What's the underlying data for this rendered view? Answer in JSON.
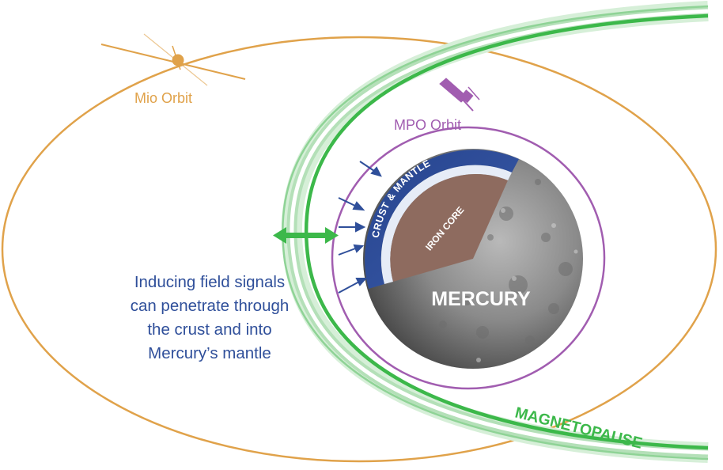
{
  "labels": {
    "mio_orbit": "Mio Orbit",
    "mpo_orbit": "MPO Orbit",
    "crust_mantle": "CRUST & MANTLE",
    "iron_core": "IRON CORE",
    "mercury": "MERCURY",
    "magnetopause": "MAGNETOPAUSE"
  },
  "explanation": {
    "lines": [
      "Inducing field signals",
      "can penetrate through",
      "the crust and into",
      "Mercury’s mantle"
    ]
  },
  "colors": {
    "mio_orbit": "#e0a24a",
    "mpo_orbit": "#a15db0",
    "magnetopause": "#3cb84a",
    "crust": "#2e4f9a",
    "core": "#8e6b5f",
    "arrows": "#2f4f9a",
    "text": "#2f4f9a"
  },
  "icons": {
    "mio_spacecraft": "mio-spacecraft-icon",
    "mpo_spacecraft": "mpo-spacecraft-icon",
    "double_arrow": "double-arrow-icon"
  }
}
